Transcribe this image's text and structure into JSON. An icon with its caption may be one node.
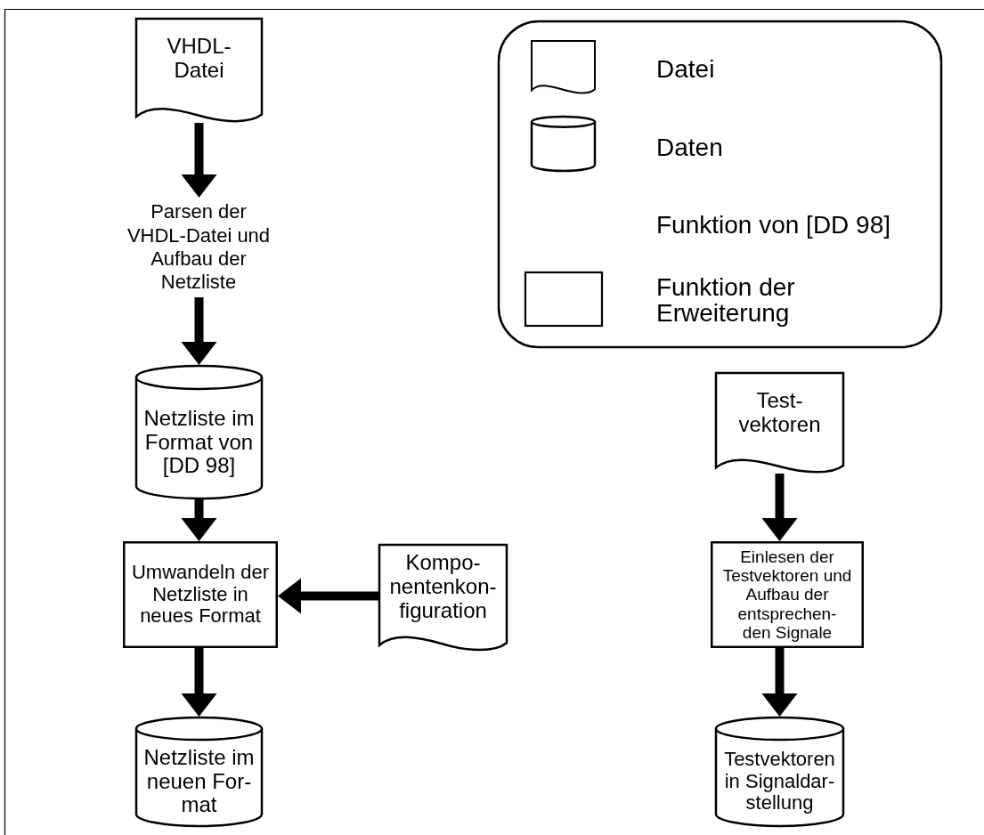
{
  "diagram": {
    "nodes": [
      {
        "text": [
          "VHDL- Datei"
        ]
      },
      {
        "text": [
          "Parsen der VHDL-Datei und Aufbau der Netzliste"
        ]
      },
      {
        "text": [
          "Netzliste im Format von [DD 98]"
        ]
      },
      {
        "text": [
          "Umwandeln der Netzliste in neues Format"
        ]
      },
      {
        "text": [
          "Kompo- nentenkon- figuration"
        ]
      },
      {
        "text": [
          "Netzliste im neuen For- mat"
        ]
      },
      {
        "text": [
          "Test- vektoren"
        ]
      },
      {
        "text": [
          "Einlesen der Testvektoren und Aufbau der entsprechen- den Signale"
        ]
      },
      {
        "text": [
          "Testvektoren in Signaldar- stellung"
        ]
      }
    ],
    "edges": [
      {
        "from": 0,
        "to": 1,
        "arrow": "to"
      },
      {
        "from": 1,
        "to": 2,
        "arrow": "to"
      },
      {
        "from": 2,
        "to": 3,
        "arrow": "to"
      },
      {
        "from": 4,
        "to": 3,
        "arrow": "to"
      },
      {
        "from": 3,
        "to": 5,
        "arrow": "to"
      },
      {
        "from": 6,
        "to": 7,
        "arrow": "to"
      },
      {
        "from": 7,
        "to": 8,
        "arrow": "to"
      }
    ],
    "legend": [
      {
        "text": "Datei"
      },
      {
        "text": "Daten"
      },
      {
        "text": "Funktion von [DD 98]"
      },
      {
        "text": "Funktion der Erweiterung"
      }
    ]
  }
}
